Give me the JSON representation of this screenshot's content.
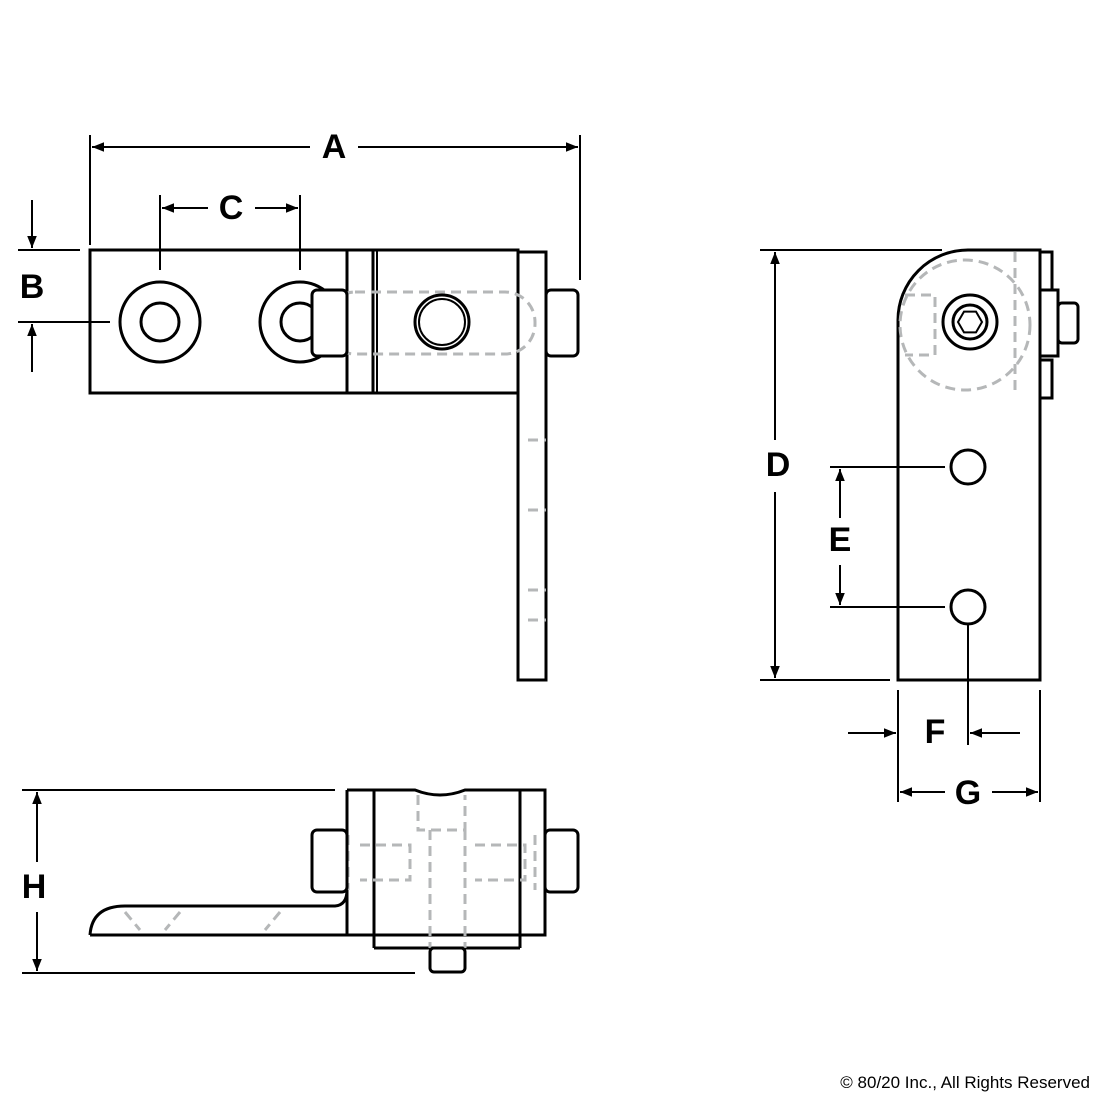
{
  "drawing": {
    "dimension_labels": {
      "A": "A",
      "B": "B",
      "C": "C",
      "D": "D",
      "E": "E",
      "F": "F",
      "G": "G",
      "H": "H"
    },
    "copyright": "© 80/20 Inc., All Rights Reserved",
    "colors": {
      "line": "#000000",
      "hidden_line": "#b5b7b8",
      "background": "#ffffff"
    }
  }
}
